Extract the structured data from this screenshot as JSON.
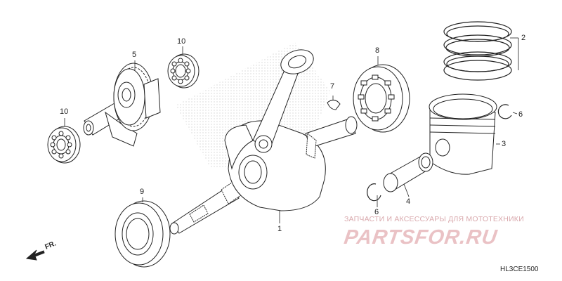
{
  "callouts": [
    {
      "label": "1"
    },
    {
      "label": "2"
    },
    {
      "label": "3"
    },
    {
      "label": "4"
    },
    {
      "label": "5"
    },
    {
      "label": "6"
    },
    {
      "label": "6"
    },
    {
      "label": "7"
    },
    {
      "label": "8"
    },
    {
      "label": "9"
    },
    {
      "label": "10"
    },
    {
      "label": "10"
    }
  ],
  "front_indicator": "FR.",
  "watermark": {
    "caption": "ЗАПЧАСТИ И АКСЕССУАРЫ ДЛЯ МОТОТЕХНИКИ",
    "logo": "PARTSFOR.RU"
  },
  "diagram_code": "HL3CE1500",
  "colors": {
    "line": "#222222",
    "watermark": "#e8b7bb",
    "halftone": "#cfcfcf"
  }
}
